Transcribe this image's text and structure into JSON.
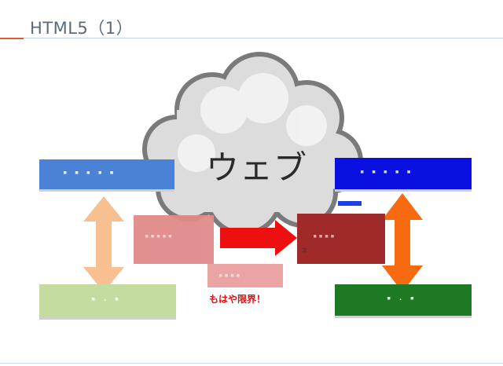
{
  "slide": {
    "title": "HTML5（1）"
  },
  "diagram": {
    "cloud_label": "ウェブ",
    "limit_label": "もはや限界！",
    "next_label": "次"
  },
  "colors": {
    "title_accent": "#e05a2a",
    "title_rule": "#bcd3e6",
    "left_top": "#4a82d6",
    "right_top": "#0a10e0",
    "left_bottom": "#c4dca0",
    "right_bottom": "#1e7a22",
    "left_arrow": "#f8c090",
    "right_arrow": "#f86a10",
    "left_middle": "#e08a8a",
    "right_middle": "#a02a2a",
    "center_arrow": "#ee1010",
    "limit_text": "#e01010"
  },
  "icons": {
    "cloud": "cloud-shape"
  }
}
